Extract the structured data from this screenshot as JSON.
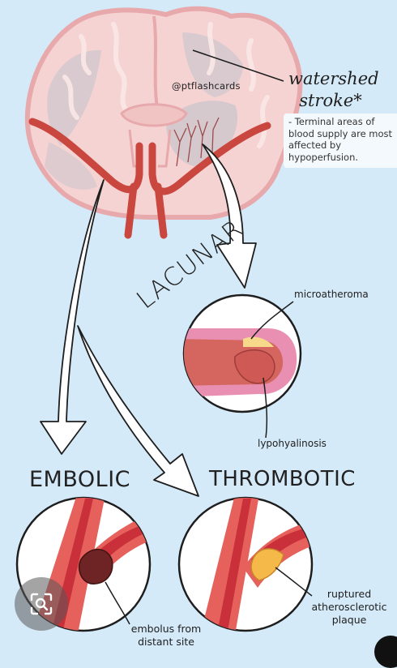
{
  "credit": "@ptflashcards",
  "watershed": {
    "title": "watershed stroke*",
    "description": "- Terminal areas of blood supply are most affected by hypoperfusion."
  },
  "lacunar": {
    "label": "LACUNAR",
    "microatheroma_label": "microatheroma",
    "lipohyalinosis_label": "lypohyalinosis"
  },
  "embolic": {
    "label": "EMBOLIC",
    "embolus_label": "embolus from distant site"
  },
  "thrombotic": {
    "label": "THROMBOTIC",
    "plaque_label": "ruptured atherosclerotic plaque"
  },
  "colors": {
    "background": "#d5eaf8",
    "brain": "#f6d3d3",
    "artery": "#c9473f",
    "outline": "#1e1e1e"
  },
  "icons": [
    "lens-search-icon"
  ]
}
